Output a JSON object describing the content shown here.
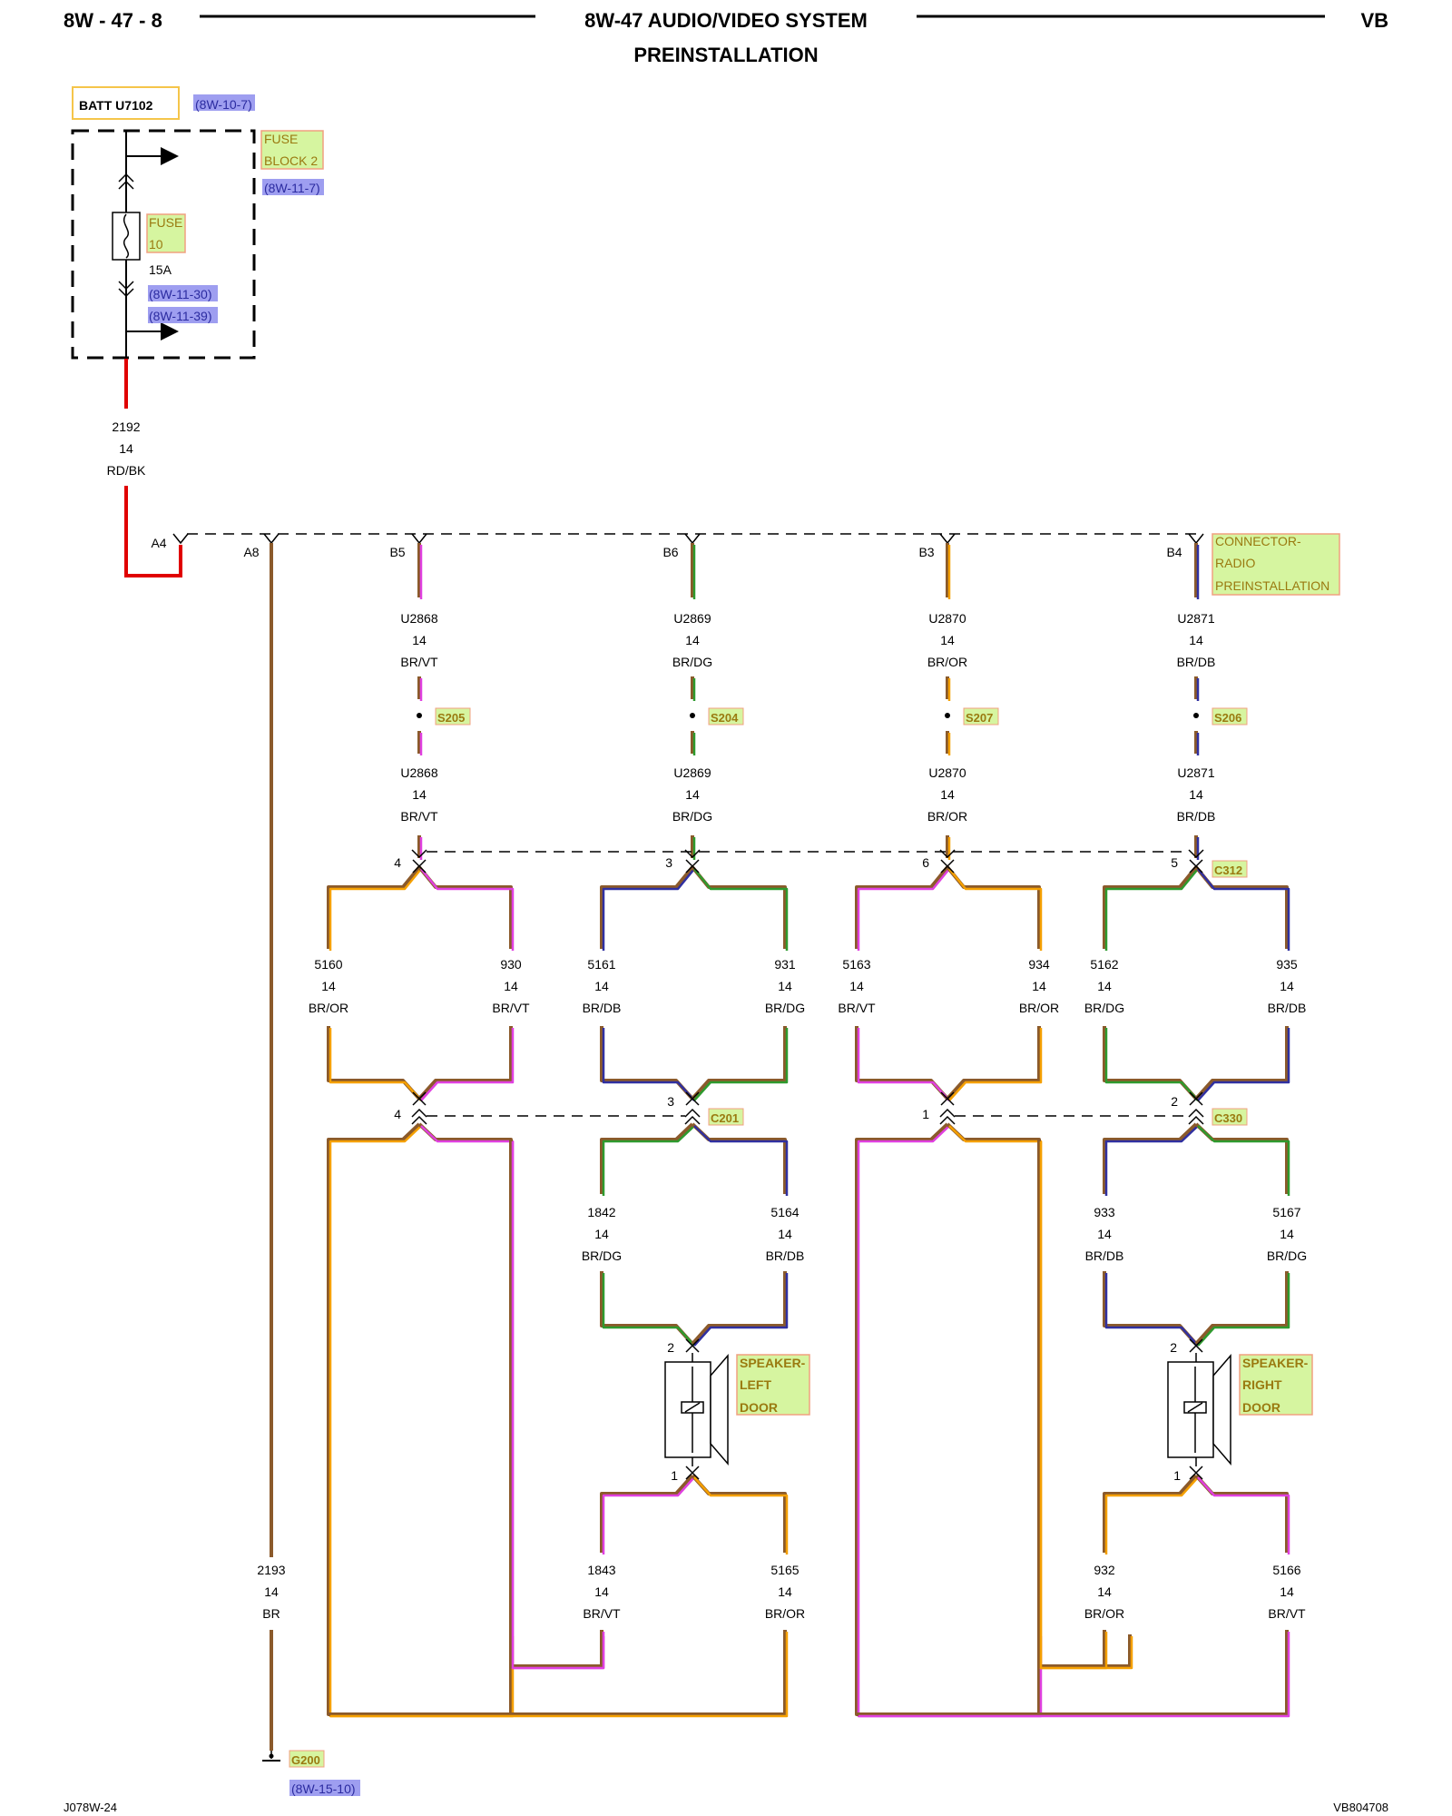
{
  "header": {
    "page_number": "8W - 47 - 8",
    "title_line1": "8W-47 AUDIO/VIDEO SYSTEM",
    "title_line2": "PREINSTALLATION",
    "vehicle": "VB"
  },
  "footer": {
    "left": "J078W-24",
    "right": "VB804708"
  },
  "power": {
    "batt_label": "BATT U7102",
    "batt_ref": "(8W-10-7)",
    "fuse_block_line1": "FUSE",
    "fuse_block_line2": "BLOCK 2",
    "fuse_block_ref": "(8W-11-7)",
    "fuse_line1": "FUSE",
    "fuse_line2": "10",
    "fuse_amps": "15A",
    "fuse_ref1": "(8W-11-30)",
    "fuse_ref2": "(8W-11-39)",
    "feed_wire": {
      "circuit": "2192",
      "gauge": "14",
      "color": "RD/BK"
    }
  },
  "radio_connector": {
    "label_lines": [
      "CONNECTOR-",
      "RADIO",
      "PREINSTALLATION"
    ],
    "pins": [
      "A4",
      "A8",
      "B5",
      "B6",
      "B3",
      "B4"
    ]
  },
  "radio_wires": [
    {
      "circuit": "U2868",
      "gauge": "14",
      "color": "BR/VT",
      "splice": "S205"
    },
    {
      "circuit": "U2869",
      "gauge": "14",
      "color": "BR/DG",
      "splice": "S204"
    },
    {
      "circuit": "U2870",
      "gauge": "14",
      "color": "BR/OR",
      "splice": "S207"
    },
    {
      "circuit": "U2871",
      "gauge": "14",
      "color": "BR/DB",
      "splice": "S206"
    }
  ],
  "c312": {
    "name": "C312",
    "pins": [
      "4",
      "3",
      "6",
      "5"
    ]
  },
  "mid_wires": [
    {
      "circuit": "5160",
      "gauge": "14",
      "color": "BR/OR"
    },
    {
      "circuit": "930",
      "gauge": "14",
      "color": "BR/VT"
    },
    {
      "circuit": "5161",
      "gauge": "14",
      "color": "BR/DB"
    },
    {
      "circuit": "931",
      "gauge": "14",
      "color": "BR/DG"
    },
    {
      "circuit": "5163",
      "gauge": "14",
      "color": "BR/VT"
    },
    {
      "circuit": "934",
      "gauge": "14",
      "color": "BR/OR"
    },
    {
      "circuit": "5162",
      "gauge": "14",
      "color": "BR/DG"
    },
    {
      "circuit": "935",
      "gauge": "14",
      "color": "BR/DB"
    }
  ],
  "c201": {
    "name": "C201",
    "pins": [
      "4",
      "3"
    ]
  },
  "c330": {
    "name": "C330",
    "pins": [
      "1",
      "2"
    ]
  },
  "speaker_wires_upper": [
    {
      "circuit": "1842",
      "gauge": "14",
      "color": "BR/DG"
    },
    {
      "circuit": "5164",
      "gauge": "14",
      "color": "BR/DB"
    },
    {
      "circuit": "933",
      "gauge": "14",
      "color": "BR/DB"
    },
    {
      "circuit": "5167",
      "gauge": "14",
      "color": "BR/DG"
    }
  ],
  "speakers": [
    {
      "label_lines": [
        "SPEAKER-",
        "LEFT",
        "DOOR"
      ],
      "pin_top": "2",
      "pin_bottom": "1"
    },
    {
      "label_lines": [
        "SPEAKER-",
        "RIGHT",
        "DOOR"
      ],
      "pin_top": "2",
      "pin_bottom": "1"
    }
  ],
  "speaker_wires_lower": [
    {
      "circuit": "1843",
      "gauge": "14",
      "color": "BR/VT"
    },
    {
      "circuit": "5165",
      "gauge": "14",
      "color": "BR/OR"
    },
    {
      "circuit": "932",
      "gauge": "14",
      "color": "BR/OR"
    },
    {
      "circuit": "5166",
      "gauge": "14",
      "color": "BR/VT"
    }
  ],
  "ground_wire": {
    "circuit": "2193",
    "gauge": "14",
    "color": "BR"
  },
  "ground": {
    "name": "G200",
    "ref": "(8W-15-10)"
  },
  "colors": {
    "brown": "#8B5A2B",
    "violet": "#E040E0",
    "green": "#2E9A2E",
    "orange": "#F5A000",
    "blue": "#3030A0",
    "red": "#E00000",
    "connector_label_bg": "#D6F5A0",
    "ref_bg": "#9E9EF0"
  }
}
